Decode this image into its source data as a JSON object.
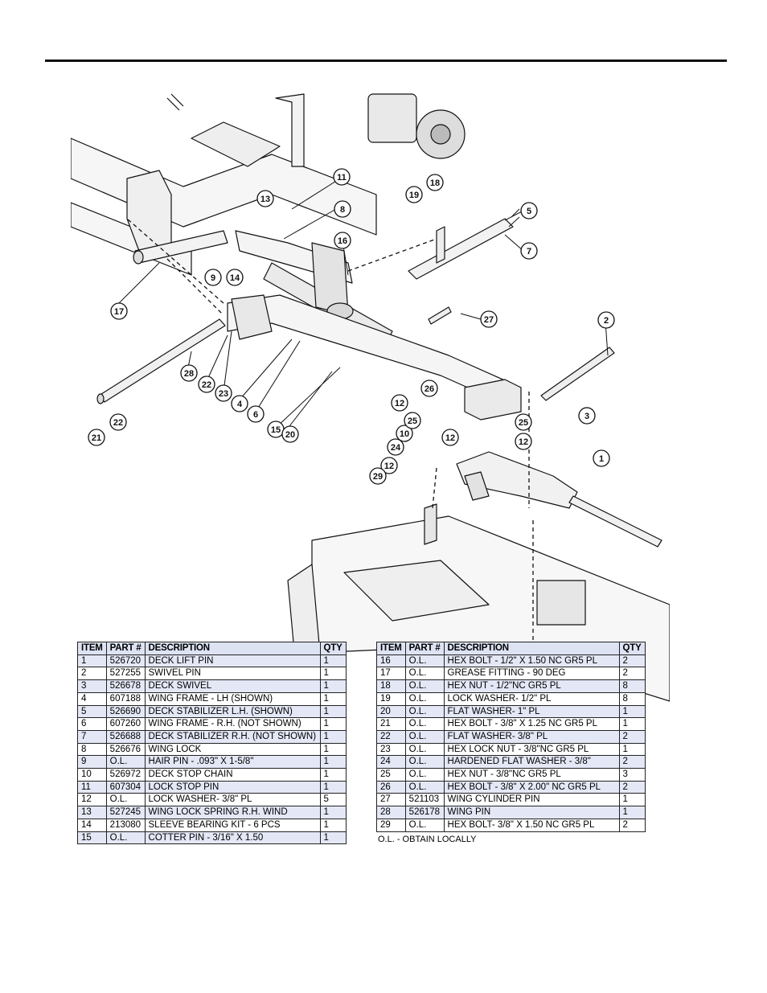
{
  "callouts": [
    "1",
    "2",
    "3",
    "4",
    "5",
    "6",
    "7",
    "8",
    "9",
    "10",
    "11",
    "12",
    "12",
    "12",
    "12",
    "13",
    "14",
    "15",
    "16",
    "17",
    "18",
    "19",
    "20",
    "21",
    "22",
    "22",
    "23",
    "24",
    "25",
    "25",
    "26",
    "27",
    "28",
    "29"
  ],
  "parts_table": {
    "headers": [
      "ITEM",
      "PART #",
      "DESCRIPTION",
      "QTY"
    ],
    "left_rows": [
      [
        "1",
        "526720",
        "DECK LIFT PIN",
        "1"
      ],
      [
        "2",
        "527255",
        "SWIVEL PIN",
        "1"
      ],
      [
        "3",
        "526678",
        "DECK SWIVEL",
        "1"
      ],
      [
        "4",
        "607188",
        "WING FRAME - LH (SHOWN)",
        "1"
      ],
      [
        "5",
        "526690",
        "DECK STABILIZER L.H. (SHOWN)",
        "1"
      ],
      [
        "6",
        "607260",
        "WING FRAME - R.H. (NOT SHOWN)",
        "1"
      ],
      [
        "7",
        "526688",
        "DECK STABILIZER R.H. (NOT SHOWN)",
        "1"
      ],
      [
        "8",
        "526676",
        "WING LOCK",
        "1"
      ],
      [
        "9",
        "O.L.",
        "HAIR PIN - .093\" X 1-5/8\"",
        "1"
      ],
      [
        "10",
        "526972",
        "DECK STOP CHAIN",
        "1"
      ],
      [
        "11",
        "607304",
        "LOCK STOP PIN",
        "1"
      ],
      [
        "12",
        "O.L.",
        "LOCK WASHER- 3/8\" PL",
        "5"
      ],
      [
        "13",
        "527245",
        "WING LOCK SPRING R.H. WIND",
        "1"
      ],
      [
        "14",
        "213080",
        "SLEEVE BEARING KIT - 6 PCS",
        "1"
      ],
      [
        "15",
        "O.L.",
        "COTTER PIN - 3/16\" X 1.50",
        "1"
      ]
    ],
    "right_rows": [
      [
        "16",
        "O.L.",
        "HEX BOLT - 1/2\" X 1.50 NC GR5 PL",
        "2"
      ],
      [
        "17",
        "O.L.",
        "GREASE FITTING - 90 DEG",
        "2"
      ],
      [
        "18",
        "O.L.",
        "HEX NUT - 1/2\"NC GR5 PL",
        "8"
      ],
      [
        "19",
        "O.L.",
        "LOCK WASHER- 1/2\" PL",
        "8"
      ],
      [
        "20",
        "O.L.",
        "FLAT WASHER- 1\" PL",
        "1"
      ],
      [
        "21",
        "O.L.",
        "HEX BOLT - 3/8\" X 1.25 NC GR5 PL",
        "1"
      ],
      [
        "22",
        "O.L.",
        "FLAT WASHER- 3/8\" PL",
        "2"
      ],
      [
        "23",
        "O.L.",
        "HEX LOCK NUT - 3/8\"NC GR5 PL",
        "1"
      ],
      [
        "24",
        "O.L.",
        "HARDENED FLAT WASHER - 3/8\"",
        "2"
      ],
      [
        "25",
        "O.L.",
        "HEX NUT - 3/8\"NC GR5 PL",
        "3"
      ],
      [
        "26",
        "O.L.",
        "HEX BOLT - 3/8\" X 2.00\" NC GR5 PL",
        "2"
      ],
      [
        "27",
        "521103",
        "WING CYLINDER PIN",
        "1"
      ],
      [
        "28",
        "526178",
        "WING PIN",
        "1"
      ],
      [
        "29",
        "O.L.",
        "HEX BOLT- 3/8\" X 1.50 NC GR5 PL",
        "2"
      ]
    ],
    "note": "O.L. - OBTAIN LOCALLY"
  }
}
